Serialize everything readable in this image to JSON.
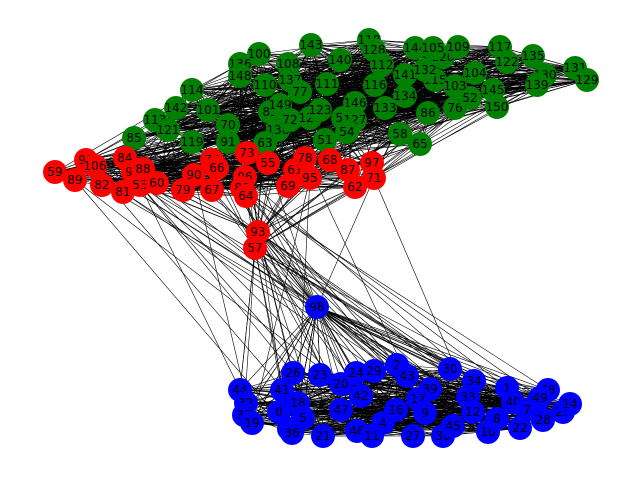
{
  "graph": {
    "colors": {
      "red": "#ff0000",
      "green": "#008000",
      "blue": "#0000ff",
      "edge": "#000000"
    },
    "nodes": [
      {
        "id": "100",
        "group": "green"
      },
      {
        "id": "143",
        "group": "green"
      },
      {
        "id": "118",
        "group": "green"
      },
      {
        "id": "128",
        "group": "green"
      },
      {
        "id": "140",
        "group": "green"
      },
      {
        "id": "112",
        "group": "green"
      },
      {
        "id": "116",
        "group": "green"
      },
      {
        "id": "141",
        "group": "green"
      },
      {
        "id": "120",
        "group": "green"
      },
      {
        "id": "109",
        "group": "green"
      },
      {
        "id": "117",
        "group": "green"
      },
      {
        "id": "122",
        "group": "green"
      },
      {
        "id": "135",
        "group": "green"
      },
      {
        "id": "130",
        "group": "green"
      },
      {
        "id": "131",
        "group": "green"
      },
      {
        "id": "129",
        "group": "green"
      },
      {
        "id": "139",
        "group": "green"
      },
      {
        "id": "145",
        "group": "green"
      },
      {
        "id": "104",
        "group": "green"
      },
      {
        "id": "150",
        "group": "green"
      },
      {
        "id": "136",
        "group": "green"
      },
      {
        "id": "148",
        "group": "green"
      },
      {
        "id": "108",
        "group": "green"
      },
      {
        "id": "110",
        "group": "green"
      },
      {
        "id": "137",
        "group": "green"
      },
      {
        "id": "114",
        "group": "green"
      },
      {
        "id": "142",
        "group": "green"
      },
      {
        "id": "101",
        "group": "green"
      },
      {
        "id": "113",
        "group": "green"
      },
      {
        "id": "121",
        "group": "green"
      },
      {
        "id": "119",
        "group": "green"
      },
      {
        "id": "85",
        "group": "green"
      },
      {
        "id": "70",
        "group": "green"
      },
      {
        "id": "91",
        "group": "green"
      },
      {
        "id": "83",
        "group": "green"
      },
      {
        "id": "149",
        "group": "green"
      },
      {
        "id": "138",
        "group": "green"
      },
      {
        "id": "72",
        "group": "green"
      },
      {
        "id": "126",
        "group": "green"
      },
      {
        "id": "77",
        "group": "green"
      },
      {
        "id": "123",
        "group": "green"
      },
      {
        "id": "146",
        "group": "green"
      },
      {
        "id": "56",
        "group": "green"
      },
      {
        "id": "127",
        "group": "green"
      },
      {
        "id": "54",
        "group": "green"
      },
      {
        "id": "51",
        "group": "green"
      },
      {
        "id": "133",
        "group": "green"
      },
      {
        "id": "134",
        "group": "green"
      },
      {
        "id": "115",
        "group": "green"
      },
      {
        "id": "86",
        "group": "green"
      },
      {
        "id": "76",
        "group": "green"
      },
      {
        "id": "52",
        "group": "green"
      },
      {
        "id": "58",
        "group": "green"
      },
      {
        "id": "65",
        "group": "green"
      },
      {
        "id": "63",
        "group": "green"
      },
      {
        "id": "103",
        "group": "green"
      },
      {
        "id": "111",
        "group": "green"
      },
      {
        "id": "132",
        "group": "green"
      },
      {
        "id": "144",
        "group": "green"
      },
      {
        "id": "105",
        "group": "green"
      },
      {
        "id": "59",
        "group": "red"
      },
      {
        "id": "89",
        "group": "red"
      },
      {
        "id": "99",
        "group": "red"
      },
      {
        "id": "106",
        "group": "red"
      },
      {
        "id": "82",
        "group": "red"
      },
      {
        "id": "81",
        "group": "red"
      },
      {
        "id": "84",
        "group": "red"
      },
      {
        "id": "92",
        "group": "red"
      },
      {
        "id": "88",
        "group": "red"
      },
      {
        "id": "53",
        "group": "red"
      },
      {
        "id": "60",
        "group": "red"
      },
      {
        "id": "79",
        "group": "red"
      },
      {
        "id": "90",
        "group": "red"
      },
      {
        "id": "67",
        "group": "red"
      },
      {
        "id": "74",
        "group": "red"
      },
      {
        "id": "66",
        "group": "red"
      },
      {
        "id": "73",
        "group": "red"
      },
      {
        "id": "96",
        "group": "red"
      },
      {
        "id": "80",
        "group": "red"
      },
      {
        "id": "64",
        "group": "red"
      },
      {
        "id": "55",
        "group": "red"
      },
      {
        "id": "61",
        "group": "red"
      },
      {
        "id": "69",
        "group": "red"
      },
      {
        "id": "95",
        "group": "red"
      },
      {
        "id": "78",
        "group": "red"
      },
      {
        "id": "68",
        "group": "red"
      },
      {
        "id": "87",
        "group": "red"
      },
      {
        "id": "97",
        "group": "red"
      },
      {
        "id": "71",
        "group": "red"
      },
      {
        "id": "62",
        "group": "red"
      },
      {
        "id": "93",
        "group": "red"
      },
      {
        "id": "57",
        "group": "red"
      },
      {
        "id": "98",
        "group": "blue"
      },
      {
        "id": "26",
        "group": "blue"
      },
      {
        "id": "23",
        "group": "blue"
      },
      {
        "id": "20",
        "group": "blue"
      },
      {
        "id": "24",
        "group": "blue"
      },
      {
        "id": "29",
        "group": "blue"
      },
      {
        "id": "2",
        "group": "blue"
      },
      {
        "id": "43",
        "group": "blue"
      },
      {
        "id": "30",
        "group": "blue"
      },
      {
        "id": "34",
        "group": "blue"
      },
      {
        "id": "1",
        "group": "blue"
      },
      {
        "id": "48",
        "group": "blue"
      },
      {
        "id": "44",
        "group": "blue"
      },
      {
        "id": "41",
        "group": "blue"
      },
      {
        "id": "32",
        "group": "blue"
      },
      {
        "id": "37",
        "group": "blue"
      },
      {
        "id": "19",
        "group": "blue"
      },
      {
        "id": "18",
        "group": "blue"
      },
      {
        "id": "0",
        "group": "blue"
      },
      {
        "id": "5",
        "group": "blue"
      },
      {
        "id": "6",
        "group": "blue"
      },
      {
        "id": "36",
        "group": "blue"
      },
      {
        "id": "21",
        "group": "blue"
      },
      {
        "id": "47",
        "group": "blue"
      },
      {
        "id": "42",
        "group": "blue"
      },
      {
        "id": "46",
        "group": "blue"
      },
      {
        "id": "11",
        "group": "blue"
      },
      {
        "id": "16",
        "group": "blue"
      },
      {
        "id": "4",
        "group": "blue"
      },
      {
        "id": "39",
        "group": "blue"
      },
      {
        "id": "17",
        "group": "blue"
      },
      {
        "id": "9",
        "group": "blue"
      },
      {
        "id": "27",
        "group": "blue"
      },
      {
        "id": "38",
        "group": "blue"
      },
      {
        "id": "45",
        "group": "blue"
      },
      {
        "id": "33",
        "group": "blue"
      },
      {
        "id": "12",
        "group": "blue"
      },
      {
        "id": "10",
        "group": "blue"
      },
      {
        "id": "8",
        "group": "blue"
      },
      {
        "id": "22",
        "group": "blue"
      },
      {
        "id": "40",
        "group": "blue"
      },
      {
        "id": "7",
        "group": "blue"
      },
      {
        "id": "49",
        "group": "blue"
      },
      {
        "id": "28",
        "group": "blue"
      },
      {
        "id": "25",
        "group": "blue"
      },
      {
        "id": "14",
        "group": "blue"
      }
    ]
  }
}
